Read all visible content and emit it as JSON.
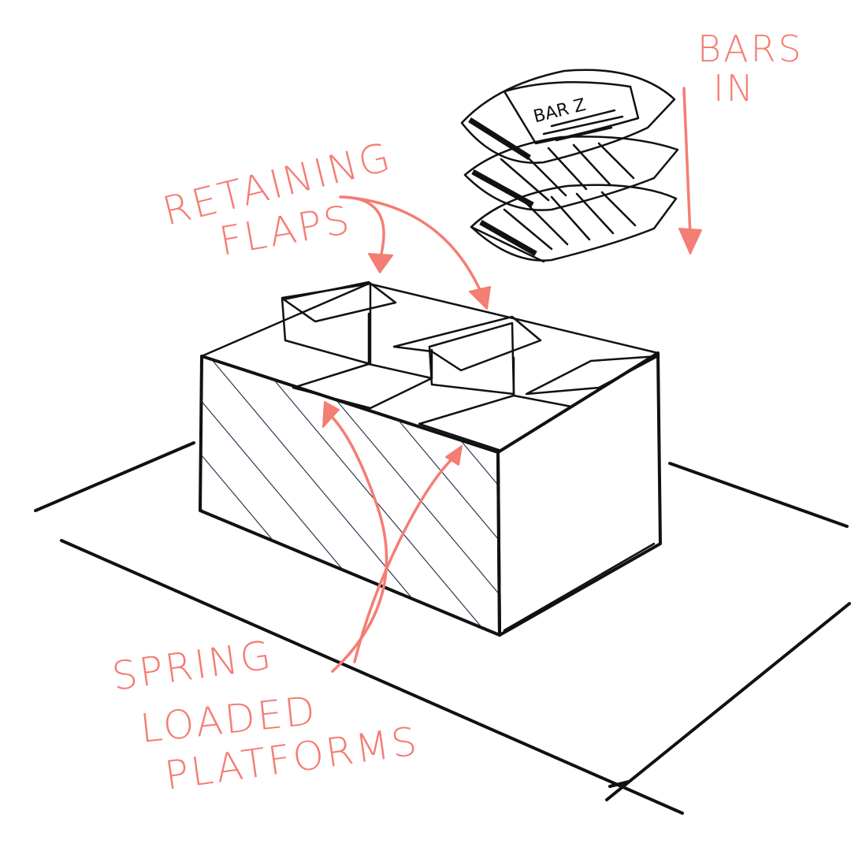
{
  "labels": {
    "bars_in_line1": "BARS",
    "bars_in_line2": "IN",
    "retaining_line1": "RETAINING",
    "retaining_line2": "FLAPS",
    "spring_line1": "SPRING",
    "spring_line2": "LOADED",
    "spring_line3": "PLATFORMS",
    "bag_brand": "BAR Z"
  },
  "colors": {
    "box_blue": "#0a7ff0",
    "annotation": "#f47d74",
    "flap_dark": "#3b3b3b",
    "slot_black": "#0a0a0a"
  }
}
